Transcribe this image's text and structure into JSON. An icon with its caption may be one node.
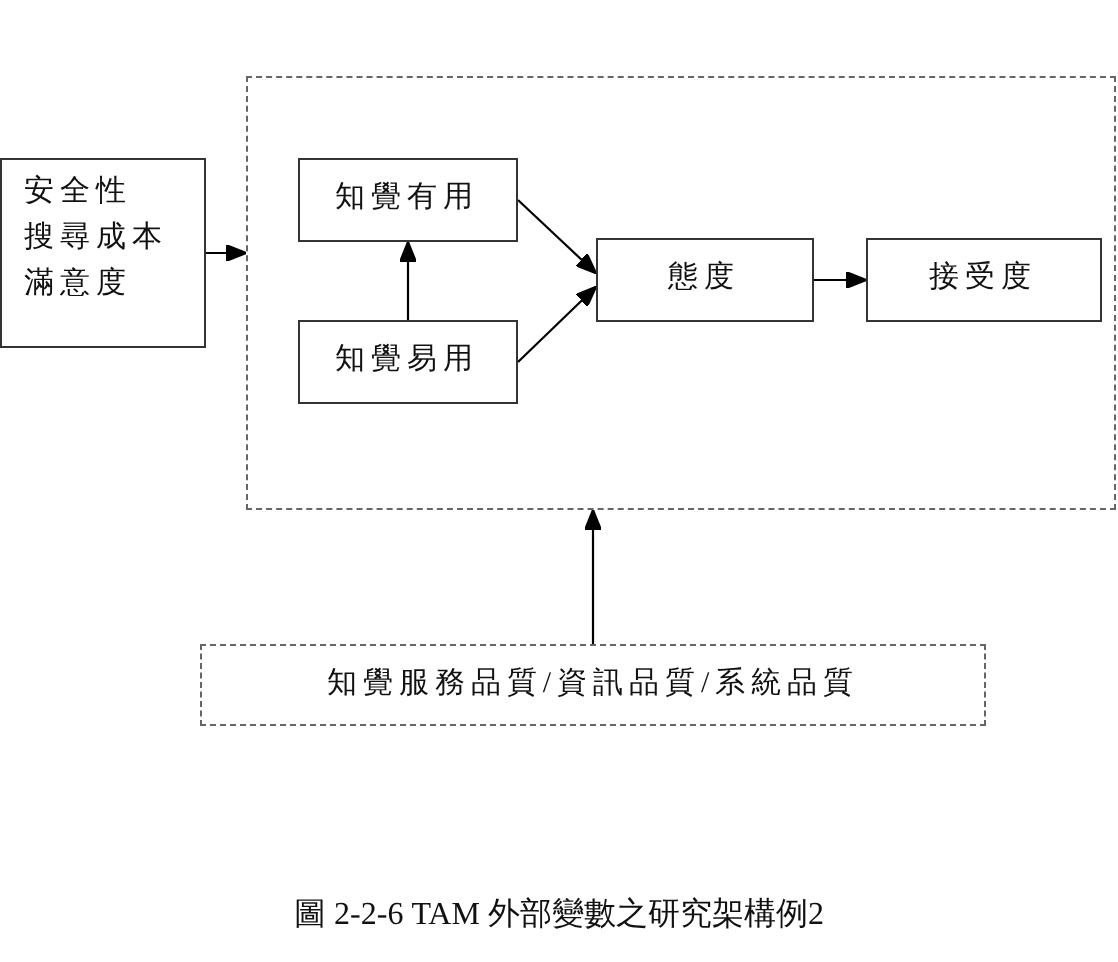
{
  "diagram": {
    "caption": "圖 2-2-6 TAM 外部變數之研究架構例2",
    "nodes": [
      {
        "text": [
          "安全性",
          "搜尋成本",
          "滿意度"
        ]
      },
      {
        "text": [],
        "shape": "box"
      },
      {
        "text": [
          "知覺有用"
        ],
        "in": 1
      },
      {
        "text": [
          "知覺易用"
        ],
        "in": 1
      },
      {
        "text": [
          "態度"
        ],
        "in": 1
      },
      {
        "text": [
          "接受度"
        ],
        "in": 1
      },
      {
        "text": [
          "知覺服務品質/資訊品質/系統品質"
        ]
      }
    ],
    "edges": [
      {
        "from": 0,
        "to": 1,
        "arrow": "to"
      },
      {
        "from": 3,
        "to": 2,
        "arrow": "to"
      },
      {
        "from": 2,
        "to": 4,
        "arrow": "to"
      },
      {
        "from": 3,
        "to": 4,
        "arrow": "to"
      },
      {
        "from": 4,
        "to": 5,
        "arrow": "to"
      },
      {
        "from": 6,
        "to": 1,
        "arrow": "to"
      }
    ]
  }
}
